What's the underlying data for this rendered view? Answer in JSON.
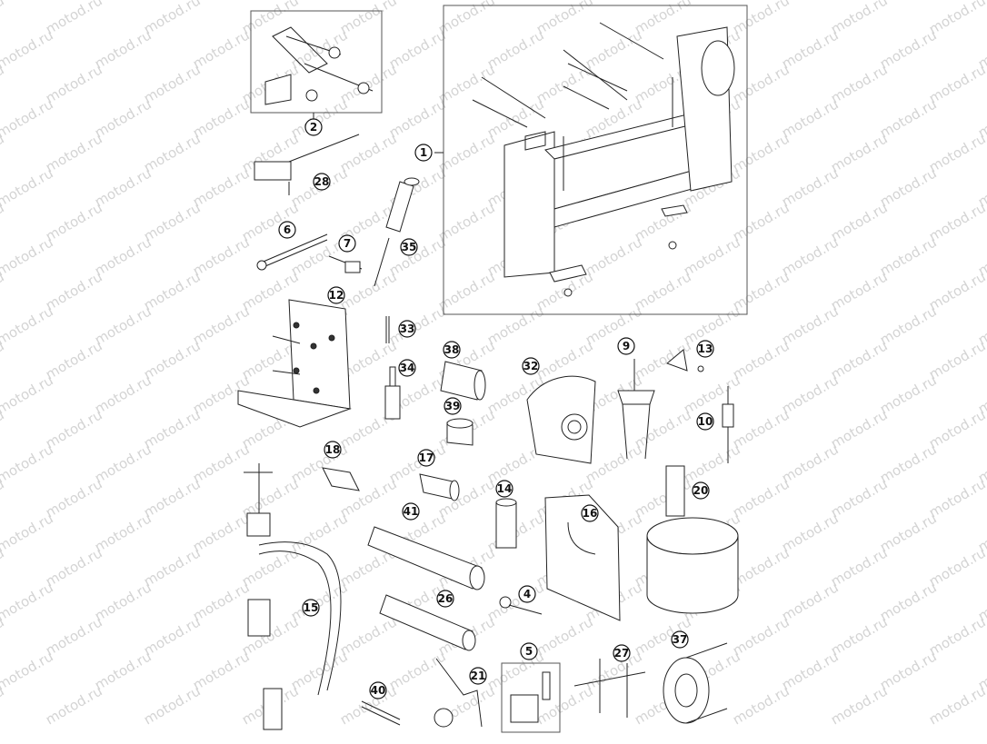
{
  "watermark": "motod.ru",
  "callouts": {
    "p1": "1",
    "p2": "2",
    "p4": "4",
    "p5": "5",
    "p6": "6",
    "p7": "7",
    "p9": "9",
    "p10": "10",
    "p12": "12",
    "p13": "13",
    "p14": "14",
    "p15": "15",
    "p16": "16",
    "p17": "17",
    "p18": "18",
    "p20": "20",
    "p21": "21",
    "p26": "26",
    "p27": "27",
    "p28": "28",
    "p32": "32",
    "p33": "33",
    "p34": "34",
    "p35": "35",
    "p37": "37",
    "p38": "38",
    "p39": "39",
    "p40": "40",
    "p41": "41"
  },
  "colors": {
    "line": "#222222",
    "watermark": "#d4d4d4",
    "background": "#ffffff"
  }
}
